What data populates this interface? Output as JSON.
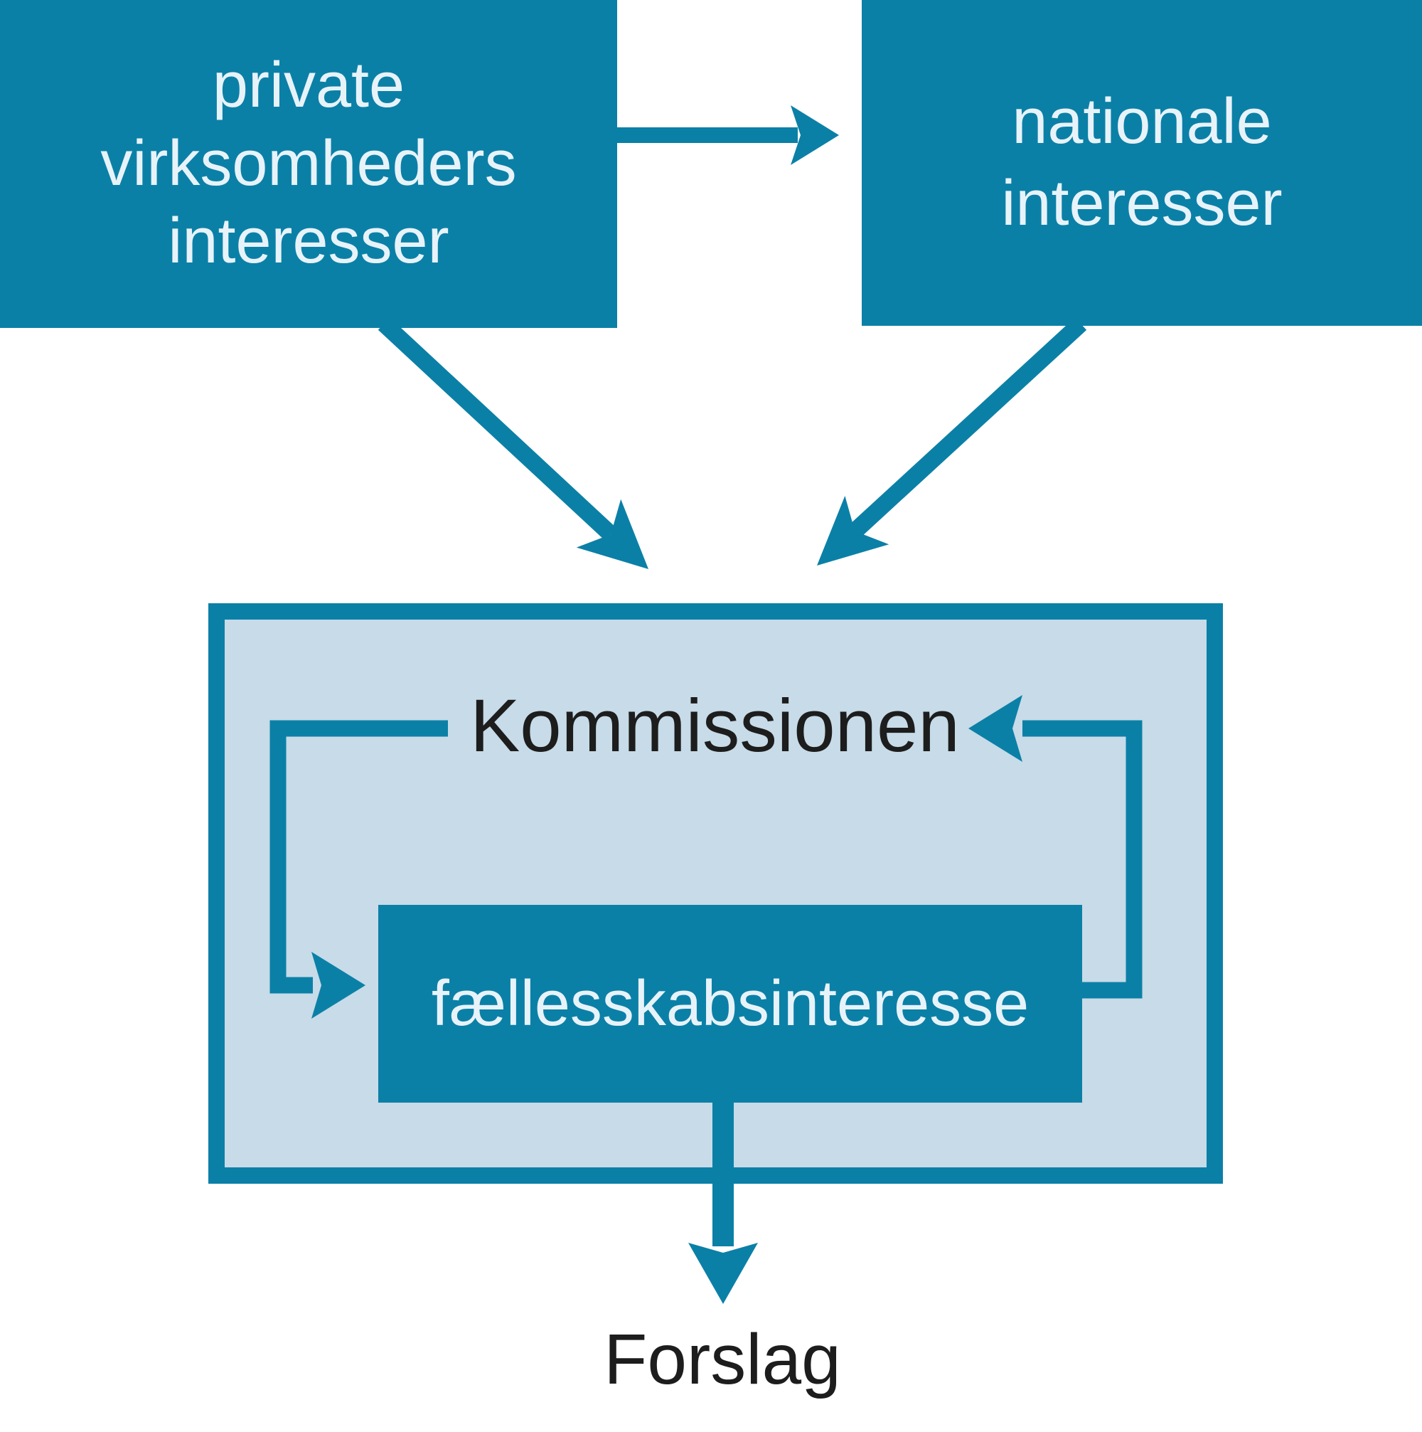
{
  "colors": {
    "teal": "#0b80a7",
    "light_blue_panel": "#c7dbe8",
    "dark_text": "#1d1d1d",
    "light_text": "#e7f3f9",
    "background": "#ffffff"
  },
  "nodes": {
    "private_interests": {
      "label": "private virksomheders interesser",
      "lines": [
        "private",
        "virksomheders",
        "interesser"
      ]
    },
    "national_interests": {
      "label": "nationale interesser",
      "lines": [
        "nationale",
        "interesser"
      ]
    },
    "commission": {
      "label": "Kommissionen"
    },
    "community_interest": {
      "label": "fællesskabsinteresse"
    },
    "proposal": {
      "label": "Forslag"
    }
  },
  "edges": [
    {
      "from": "private virksomheders interesser",
      "to": "nationale interesser",
      "style": "straight-right"
    },
    {
      "from": "private virksomheders interesser",
      "to": "Kommissionen",
      "style": "diagonal-down"
    },
    {
      "from": "nationale interesser",
      "to": "Kommissionen",
      "style": "diagonal-down"
    },
    {
      "from": "Kommissionen",
      "to": "fællesskabsinteresse",
      "style": "elbow-loop-left"
    },
    {
      "from": "fællesskabsinteresse",
      "to": "Kommissionen",
      "style": "elbow-loop-right"
    },
    {
      "from": "fællesskabsinteresse",
      "to": "Forslag",
      "style": "straight-down"
    }
  ]
}
